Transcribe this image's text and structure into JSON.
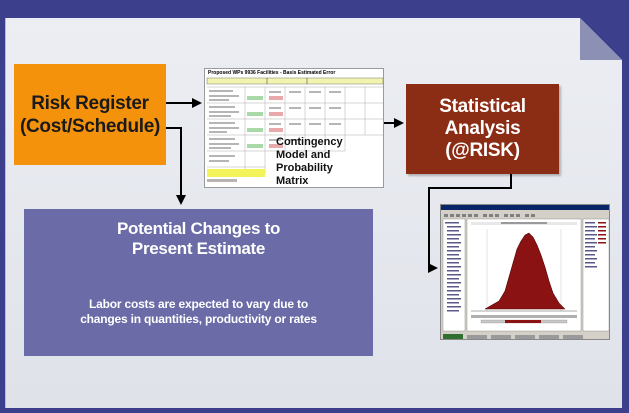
{
  "slide": {
    "colors": {
      "frame": "#3c3f8c",
      "risk_register": "#f4920c",
      "statistical_analysis": "#8b2c14",
      "potential_changes": "#6a6ba7"
    }
  },
  "nodes": {
    "risk_register": {
      "line1": "Risk Register",
      "line2": "(Cost/Schedule)"
    },
    "contingency": {
      "sheet_title": "Proposed WPs 9936 Facilities - Basis Estimated Error",
      "label_line1": "Contingency",
      "label_line2": "Model and",
      "label_line3": "Probability",
      "label_line4": "Matrix"
    },
    "statistical_analysis": {
      "line1": "Statistical Analysis",
      "line2": "(@RISK)"
    },
    "potential_changes": {
      "title_line1": "Potential Changes to",
      "title_line2": "Present Estimate",
      "body_line1": "Labor costs are expected to vary due to",
      "body_line2": "changes in quantities, productivity or rates"
    }
  },
  "edges": [
    {
      "from": "risk_register",
      "to": "contingency"
    },
    {
      "from": "risk_register",
      "to": "potential_changes"
    },
    {
      "from": "contingency",
      "to": "statistical_analysis"
    },
    {
      "from": "statistical_analysis",
      "to": "risk_output"
    }
  ]
}
